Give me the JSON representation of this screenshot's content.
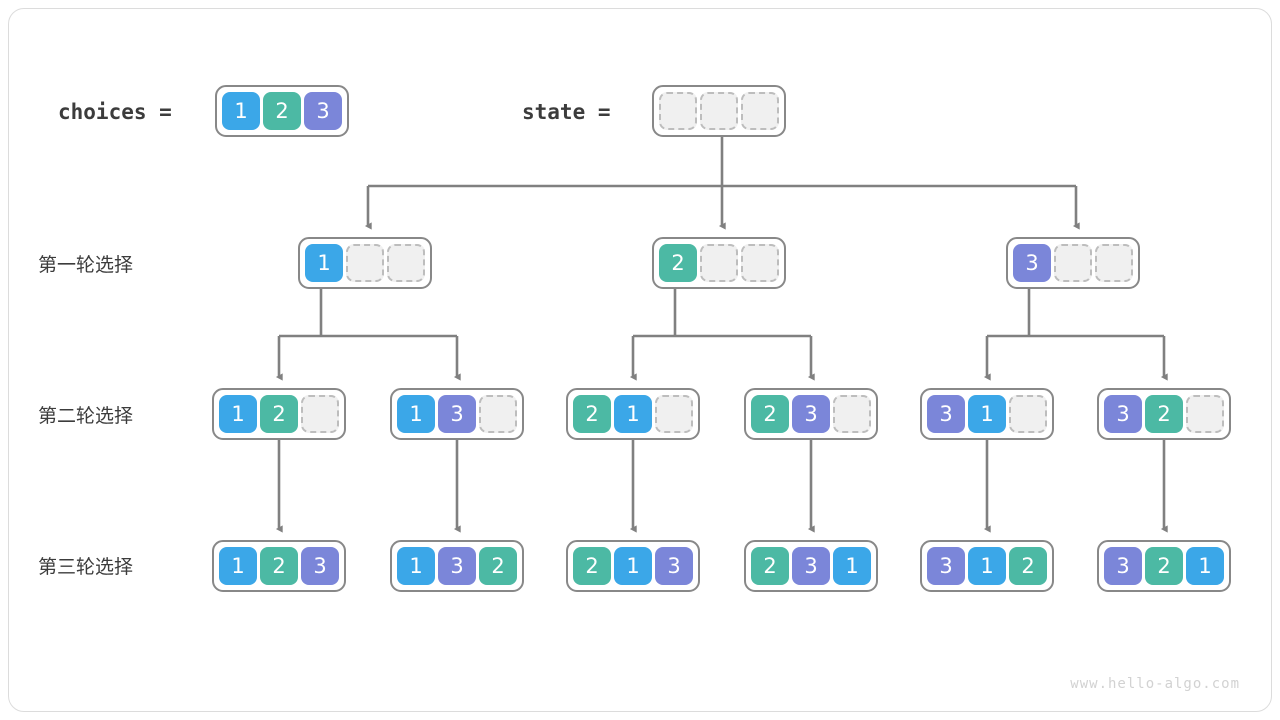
{
  "title": "permutations backtracking tree",
  "header": {
    "choices_label": "choices =",
    "state_label": "state ="
  },
  "colors": {
    "value_1": "#3ba7e8",
    "value_2": "#4cb9a4",
    "value_3": "#7b86d9",
    "empty_cell": "#f0f0f0",
    "empty_border": "#bdbdbd",
    "box_border": "#888888",
    "edge": "#808080",
    "text": "#3c3c3c",
    "frame": "#dcdcdc",
    "watermark": "#d2d2d2"
  },
  "row_labels": [
    "第一轮选择",
    "第二轮选择",
    "第三轮选择"
  ],
  "choices": [
    "1",
    "2",
    "3"
  ],
  "state": [
    "",
    "",
    ""
  ],
  "level1": [
    {
      "cells": [
        "1",
        "",
        ""
      ]
    },
    {
      "cells": [
        "2",
        "",
        ""
      ]
    },
    {
      "cells": [
        "3",
        "",
        ""
      ]
    }
  ],
  "level2": [
    {
      "cells": [
        "1",
        "2",
        ""
      ]
    },
    {
      "cells": [
        "1",
        "3",
        ""
      ]
    },
    {
      "cells": [
        "2",
        "1",
        ""
      ]
    },
    {
      "cells": [
        "2",
        "3",
        ""
      ]
    },
    {
      "cells": [
        "3",
        "1",
        ""
      ]
    },
    {
      "cells": [
        "3",
        "2",
        ""
      ]
    }
  ],
  "level3": [
    {
      "cells": [
        "1",
        "2",
        "3"
      ]
    },
    {
      "cells": [
        "1",
        "3",
        "2"
      ]
    },
    {
      "cells": [
        "2",
        "1",
        "3"
      ]
    },
    {
      "cells": [
        "2",
        "3",
        "1"
      ]
    },
    {
      "cells": [
        "3",
        "1",
        "2"
      ]
    },
    {
      "cells": [
        "3",
        "2",
        "1"
      ]
    }
  ],
  "watermark": "www.hello-algo.com"
}
